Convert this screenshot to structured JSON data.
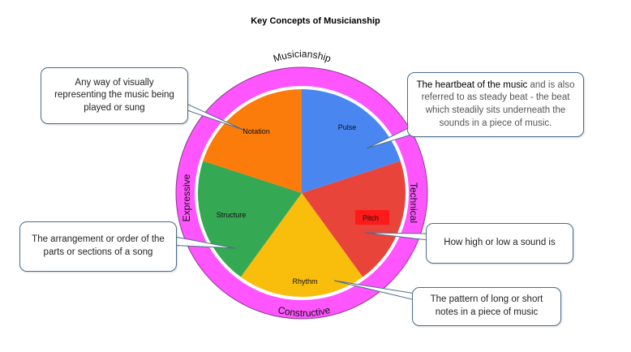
{
  "title": "Key Concepts of Musicianship",
  "ring": {
    "top": "Musicianship",
    "right": "Technical",
    "bottom": "Constructive",
    "left": "Expressive",
    "color": "#ff55ff"
  },
  "segments": [
    {
      "label": "Pulse",
      "color": "#4a86f0"
    },
    {
      "label": "Pitch",
      "color": "#e8443a"
    },
    {
      "label": "Rhythm",
      "color": "#f9bd0b"
    },
    {
      "label": "Structure",
      "color": "#34a853"
    },
    {
      "label": "Notation",
      "color": "#fb7c0a"
    }
  ],
  "callouts": {
    "notation": "Any way of visually representing the music being played or sung",
    "pulse_strong": "The heartbeat of the music",
    "pulse_rest": " and is also referred to as steady beat - the beat which steadily sits underneath the sounds in a piece of music.",
    "structure": "The arrangement or order of the parts or sections of a song",
    "pitch": "How high or low a sound is",
    "rhythm": "The pattern of long or short notes in a piece of music"
  }
}
